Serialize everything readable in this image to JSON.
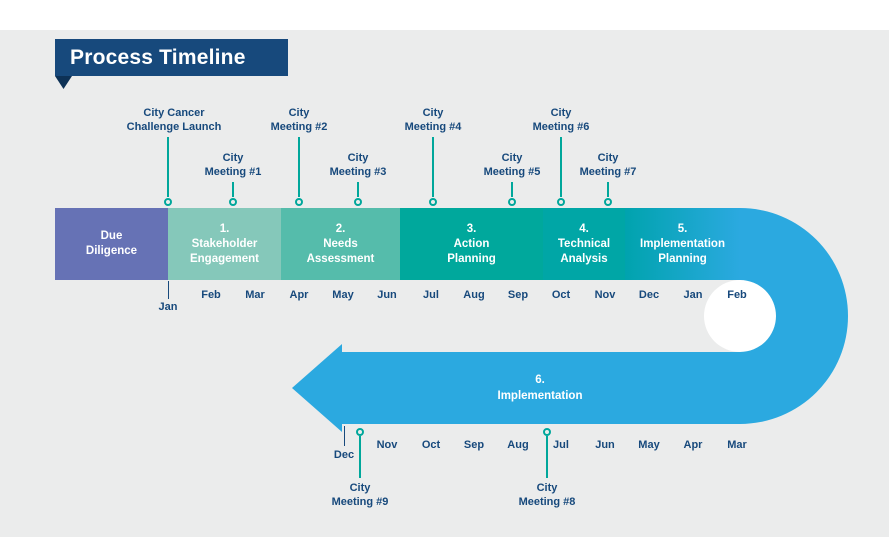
{
  "banner": {
    "title": "Process Timeline"
  },
  "colors": {
    "background": "#EBECEC",
    "banner_bg": "#17497C",
    "banner_fold": "#0D3156",
    "navy_text": "#17497C",
    "accent_teal": "#00A79B",
    "curve_blue": "#2BA9E0",
    "due_diligence": "#6672B5",
    "phase1": "#85C8BA",
    "phase2": "#55BCAB",
    "phase3": "#00A89C",
    "phase4": "#00A6A6",
    "phase5_gradient": [
      "#00A3AE",
      "#2BA9E0"
    ]
  },
  "phases": {
    "top": [
      {
        "lines": [
          "Due",
          "Diligence"
        ]
      },
      {
        "lines": [
          "1.",
          "Stakeholder",
          "Engagement"
        ]
      },
      {
        "lines": [
          "2.",
          "Needs",
          "Assessment"
        ]
      },
      {
        "lines": [
          "3.",
          "Action",
          "Planning"
        ]
      },
      {
        "lines": [
          "4.",
          "Technical",
          "Analysis"
        ]
      },
      {
        "lines": [
          "5.",
          "Implementation",
          "Planning"
        ]
      }
    ],
    "bottom": {
      "lines": [
        "6.",
        "Implementation"
      ]
    }
  },
  "months_top": [
    "Jan",
    "Feb",
    "Mar",
    "Apr",
    "May",
    "Jun",
    "Jul",
    "Aug",
    "Sep",
    "Oct",
    "Nov",
    "Dec",
    "Jan",
    "Feb"
  ],
  "months_bottom": [
    "Dec",
    "Nov",
    "Oct",
    "Sep",
    "Aug",
    "Jul",
    "Jun",
    "May",
    "Apr",
    "Mar"
  ],
  "milestones_top": [
    {
      "lines": [
        "City Cancer",
        "Challenge Launch"
      ]
    },
    {
      "lines": [
        "City",
        "Meeting #1"
      ]
    },
    {
      "lines": [
        "City",
        "Meeting #2"
      ]
    },
    {
      "lines": [
        "City",
        "Meeting #3"
      ]
    },
    {
      "lines": [
        "City",
        "Meeting #4"
      ]
    },
    {
      "lines": [
        "City",
        "Meeting #5"
      ]
    },
    {
      "lines": [
        "City",
        "Meeting #6"
      ]
    },
    {
      "lines": [
        "City",
        "Meeting #7"
      ]
    }
  ],
  "milestones_bottom": [
    {
      "lines": [
        "City",
        "Meeting #9"
      ]
    },
    {
      "lines": [
        "City",
        "Meeting #8"
      ]
    }
  ]
}
